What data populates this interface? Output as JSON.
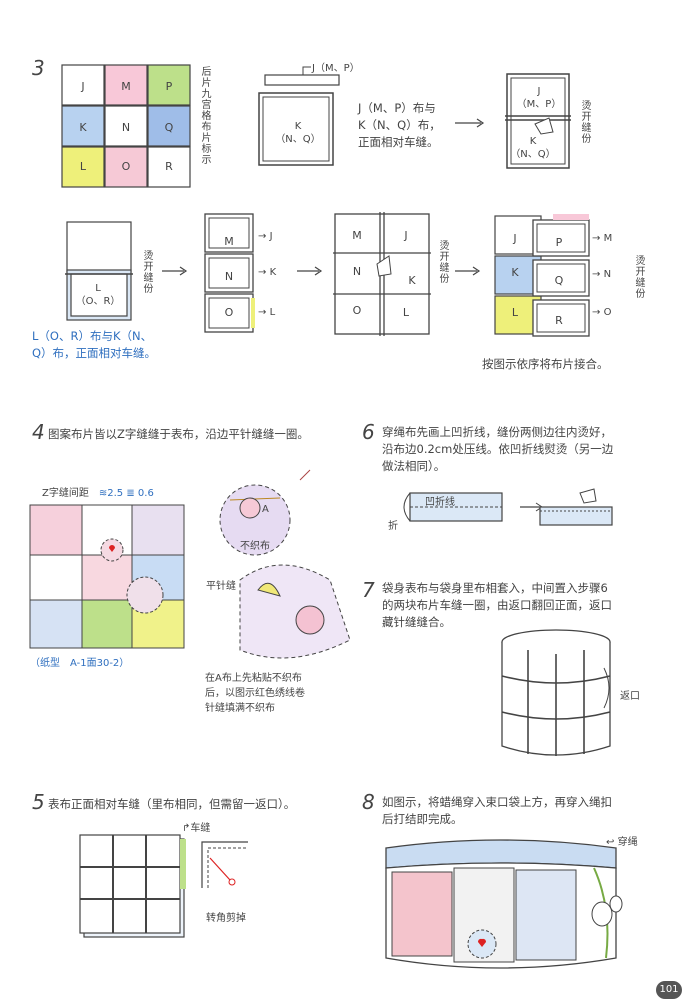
{
  "step3": {
    "num": "3",
    "vlabel": "后片九宫格布片标示",
    "cells": [
      "J",
      "M",
      "P",
      "K",
      "N",
      "Q",
      "L",
      "O",
      "R"
    ],
    "jmp": "J（M、P）",
    "k_nq": "K\n（N、Q）",
    "desc1": "J（M、P）布与",
    "desc2": "K（N、Q）布，",
    "desc3": "正面相对车缝。",
    "img3_top": "J\n（M、P）",
    "img3_bottom": "K\n（N、Q）",
    "tangkai": "烫开缝份",
    "row2_l": "L\n（O、R）",
    "row2_desc1": "L（O、R）布与K（N、",
    "row2_desc2": "Q）布，正面相对车缝。",
    "final_caption": "按图示依序将布片接合。",
    "col_a": [
      "M",
      "N",
      "O"
    ],
    "col_a_arrows": [
      "J",
      "K",
      "L"
    ],
    "col_b": [
      [
        "M",
        "J"
      ],
      [
        "N",
        "K"
      ],
      [
        "O",
        "L"
      ]
    ],
    "col_c": [
      [
        "J",
        "P"
      ],
      [
        "K",
        "Q"
      ],
      [
        "L",
        "R"
      ]
    ],
    "col_c_arrows": [
      "M",
      "N",
      "O"
    ]
  },
  "step4": {
    "num": "4",
    "text": "图案布片皆以Z字缝缝于表布，沿边平针缝缝一圈。",
    "zlabel": "Z字缝间距",
    "zval1": "2.5",
    "zval2": "0.6",
    "pattern": "（纸型　A-1面30-2）",
    "a_label": "A",
    "nonwoven": "不织布",
    "running": "平针缝",
    "note1": "在A布上先粘贴不织布",
    "note2": "后，以图示红色绣线卷",
    "note3": "针缝填满不织布"
  },
  "step5": {
    "num": "5",
    "text": "表布正面相对车缝（里布相同，但需留一返口）。",
    "sew": "车缝",
    "cut": "转角剪掉"
  },
  "step6": {
    "num": "6",
    "text1": "穿绳布先画上凹折线，缝份两侧边往内烫好，",
    "text2": "沿布边0.2cm处压线。依凹折线熨烫（另一边",
    "text3": "做法相同）。",
    "fold_line": "凹折线",
    "fold": "折"
  },
  "step7": {
    "num": "7",
    "text1": "袋身表布与袋身里布相套入，中间置入步骤6",
    "text2": "的两块布片车缝一圈，由返口翻回正面，返口",
    "text3": "藏针缝缝合。",
    "opening": "返口"
  },
  "step8": {
    "num": "8",
    "text1": "如图示，将蜡绳穿入束口袋上方，再穿入绳扣",
    "text2": "后打结即完成。",
    "cord": "穿绳"
  },
  "page_number": "101",
  "colors": {
    "pink": "#f4a6c0",
    "yellow": "#eef07a",
    "blue": "#9fc2ea",
    "green": "#a6d36a",
    "purple": "#c9b6e6",
    "accent": "#2f6fbf"
  }
}
